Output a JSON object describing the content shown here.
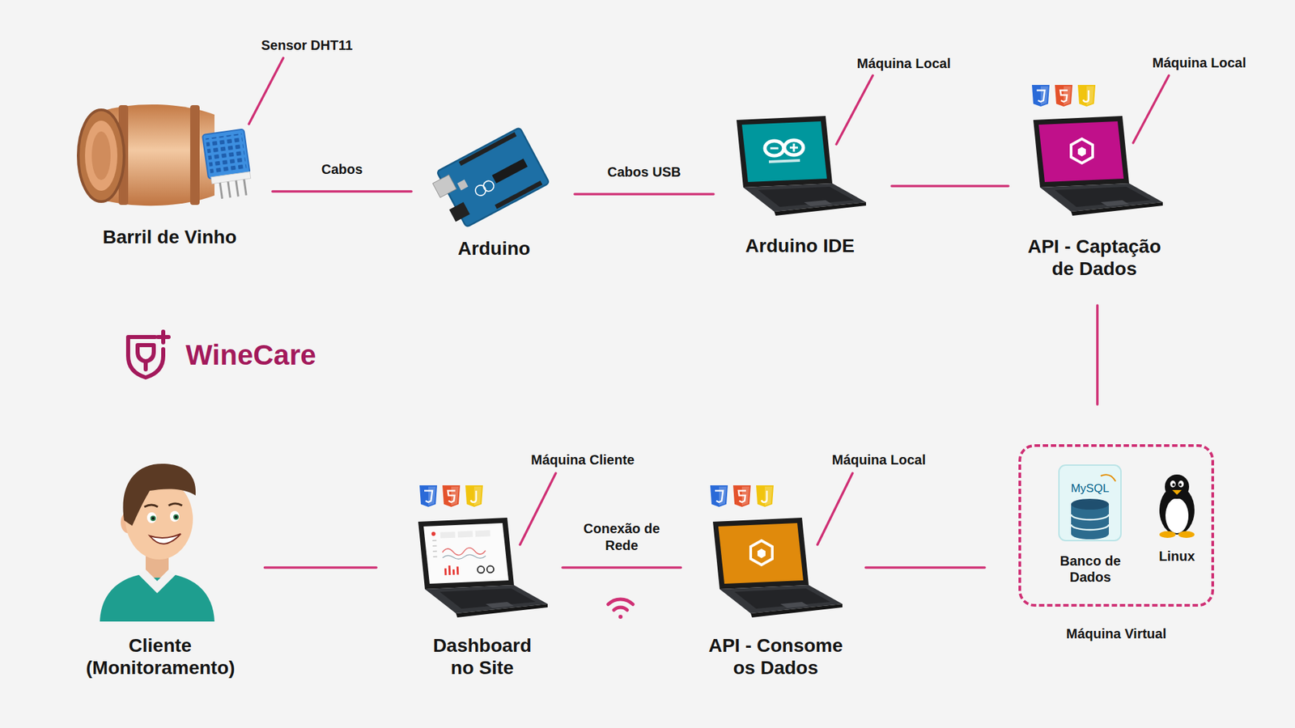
{
  "diagram": {
    "nodes": [
      {
        "text": [
          "Barril de Vinho"
        ]
      },
      {
        "text": [
          "Arduino"
        ]
      },
      {
        "text": [
          "Arduino IDE"
        ]
      },
      {
        "text": [
          "API - Captação de Dados"
        ]
      },
      {
        "text": [
          "Cliente (Monitoramento)"
        ]
      },
      {
        "text": [
          "Dashboard no Site"
        ]
      },
      {
        "text": [
          "API - Consome os Dados"
        ]
      },
      {
        "text": [
          "Máquina Virtual"
        ]
      },
      {
        "text": [
          "Banco de Dados"
        ],
        "in": 7
      },
      {
        "text": [
          "Linux"
        ],
        "in": 7
      }
    ],
    "edges": [
      {
        "from": 0,
        "to": 1,
        "label": "Cabos",
        "arrow": "none"
      },
      {
        "from": 1,
        "to": 2,
        "label": "Cabos USB",
        "arrow": "none"
      },
      {
        "from": 2,
        "to": 3,
        "arrow": "none"
      },
      {
        "from": 3,
        "to": 7,
        "arrow": "none"
      },
      {
        "from": 7,
        "to": 6,
        "arrow": "none"
      },
      {
        "from": 6,
        "to": 5,
        "label": "Conexão de Rede",
        "arrow": "none"
      },
      {
        "from": 5,
        "to": 4,
        "arrow": "none"
      }
    ],
    "labels": [
      "Sensor DHT11",
      "Máquina Local",
      "Máquina Local",
      "WineCare",
      "Máquina Cliente",
      "Máquina Local",
      "MySQL"
    ]
  }
}
